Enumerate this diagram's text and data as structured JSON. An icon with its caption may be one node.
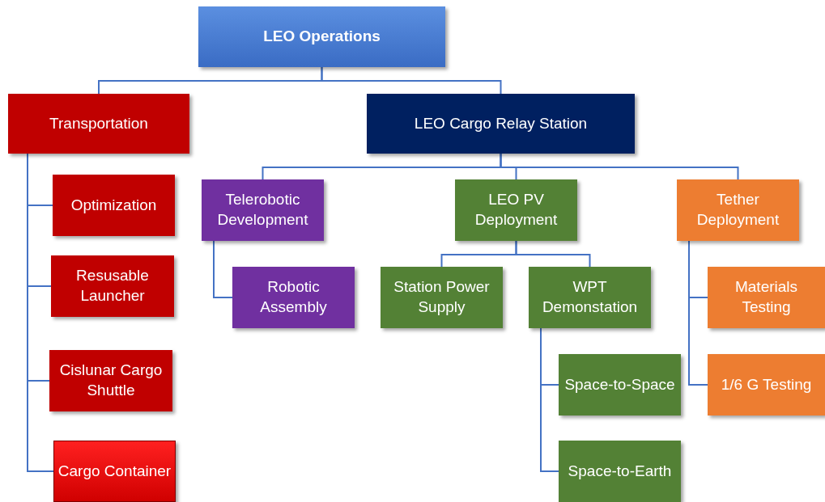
{
  "diagram": {
    "nodes": [
      {
        "text": [
          "LEO Operations"
        ]
      },
      {
        "text": [
          "Transportation"
        ]
      },
      {
        "text": [
          "LEO Cargo Relay Station"
        ]
      },
      {
        "text": [
          "Optimization"
        ]
      },
      {
        "text": [
          "Resusable Launcher"
        ]
      },
      {
        "text": [
          "Cislunar Cargo Shuttle"
        ]
      },
      {
        "text": [
          "Cargo Container"
        ]
      },
      {
        "text": [
          "Telerobotic Development"
        ]
      },
      {
        "text": [
          "Robotic Assembly"
        ]
      },
      {
        "text": [
          "LEO PV Deployment"
        ]
      },
      {
        "text": [
          "Station Power Supply"
        ]
      },
      {
        "text": [
          "WPT Demonstation"
        ]
      },
      {
        "text": [
          "Space-to-Space"
        ]
      },
      {
        "text": [
          "Space-to-Earth"
        ]
      },
      {
        "text": [
          "Tether Deployment"
        ]
      },
      {
        "text": [
          "Materials Testing"
        ]
      },
      {
        "text": [
          "1/6 G Testing"
        ]
      }
    ],
    "edges": [
      {
        "from": 0,
        "to": 1,
        "arrow": "none"
      },
      {
        "from": 0,
        "to": 2,
        "arrow": "none"
      },
      {
        "from": 1,
        "to": 3,
        "arrow": "none"
      },
      {
        "from": 1,
        "to": 4,
        "arrow": "none"
      },
      {
        "from": 1,
        "to": 5,
        "arrow": "none"
      },
      {
        "from": 1,
        "to": 6,
        "arrow": "none"
      },
      {
        "from": 2,
        "to": 7,
        "arrow": "none"
      },
      {
        "from": 2,
        "to": 9,
        "arrow": "none"
      },
      {
        "from": 2,
        "to": 14,
        "arrow": "none"
      },
      {
        "from": 7,
        "to": 8,
        "arrow": "none"
      },
      {
        "from": 9,
        "to": 10,
        "arrow": "none"
      },
      {
        "from": 9,
        "to": 11,
        "arrow": "none"
      },
      {
        "from": 11,
        "to": 12,
        "arrow": "none"
      },
      {
        "from": 11,
        "to": 13,
        "arrow": "none"
      },
      {
        "from": 14,
        "to": 15,
        "arrow": "none"
      },
      {
        "from": 14,
        "to": 16,
        "arrow": "none"
      }
    ]
  }
}
